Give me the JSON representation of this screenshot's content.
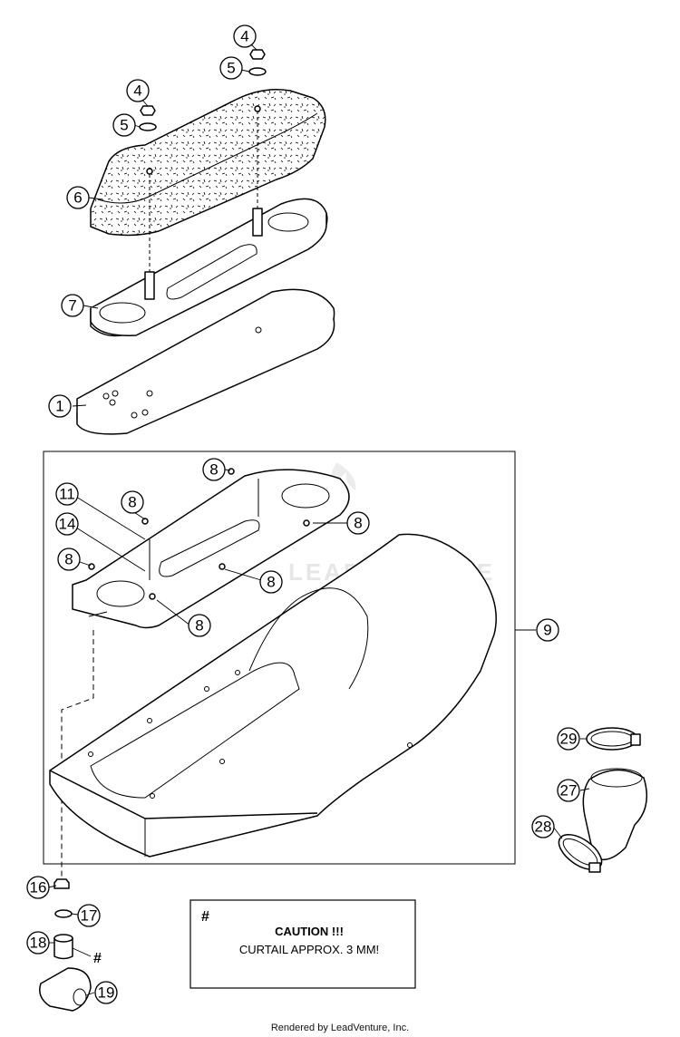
{
  "callouts": {
    "c1": "1",
    "c4a": "4",
    "c4b": "4",
    "c5a": "5",
    "c5b": "5",
    "c6": "6",
    "c7": "7",
    "c8a": "8",
    "c8b": "8",
    "c8c": "8",
    "c8d": "8",
    "c8e": "8",
    "c8f": "8",
    "c9": "9",
    "c11": "11",
    "c14": "14",
    "c16": "16",
    "c17": "17",
    "c18": "18",
    "c19": "19",
    "c27": "27",
    "c28": "28",
    "c29": "29"
  },
  "caution": {
    "hash": "#",
    "title": "CAUTION !!!",
    "text": "CURTAIL APPROX. 3 MM!"
  },
  "hash_marker": "#",
  "watermark": "LEADVENTURE",
  "footer": "Rendered by LeadVenture, Inc."
}
